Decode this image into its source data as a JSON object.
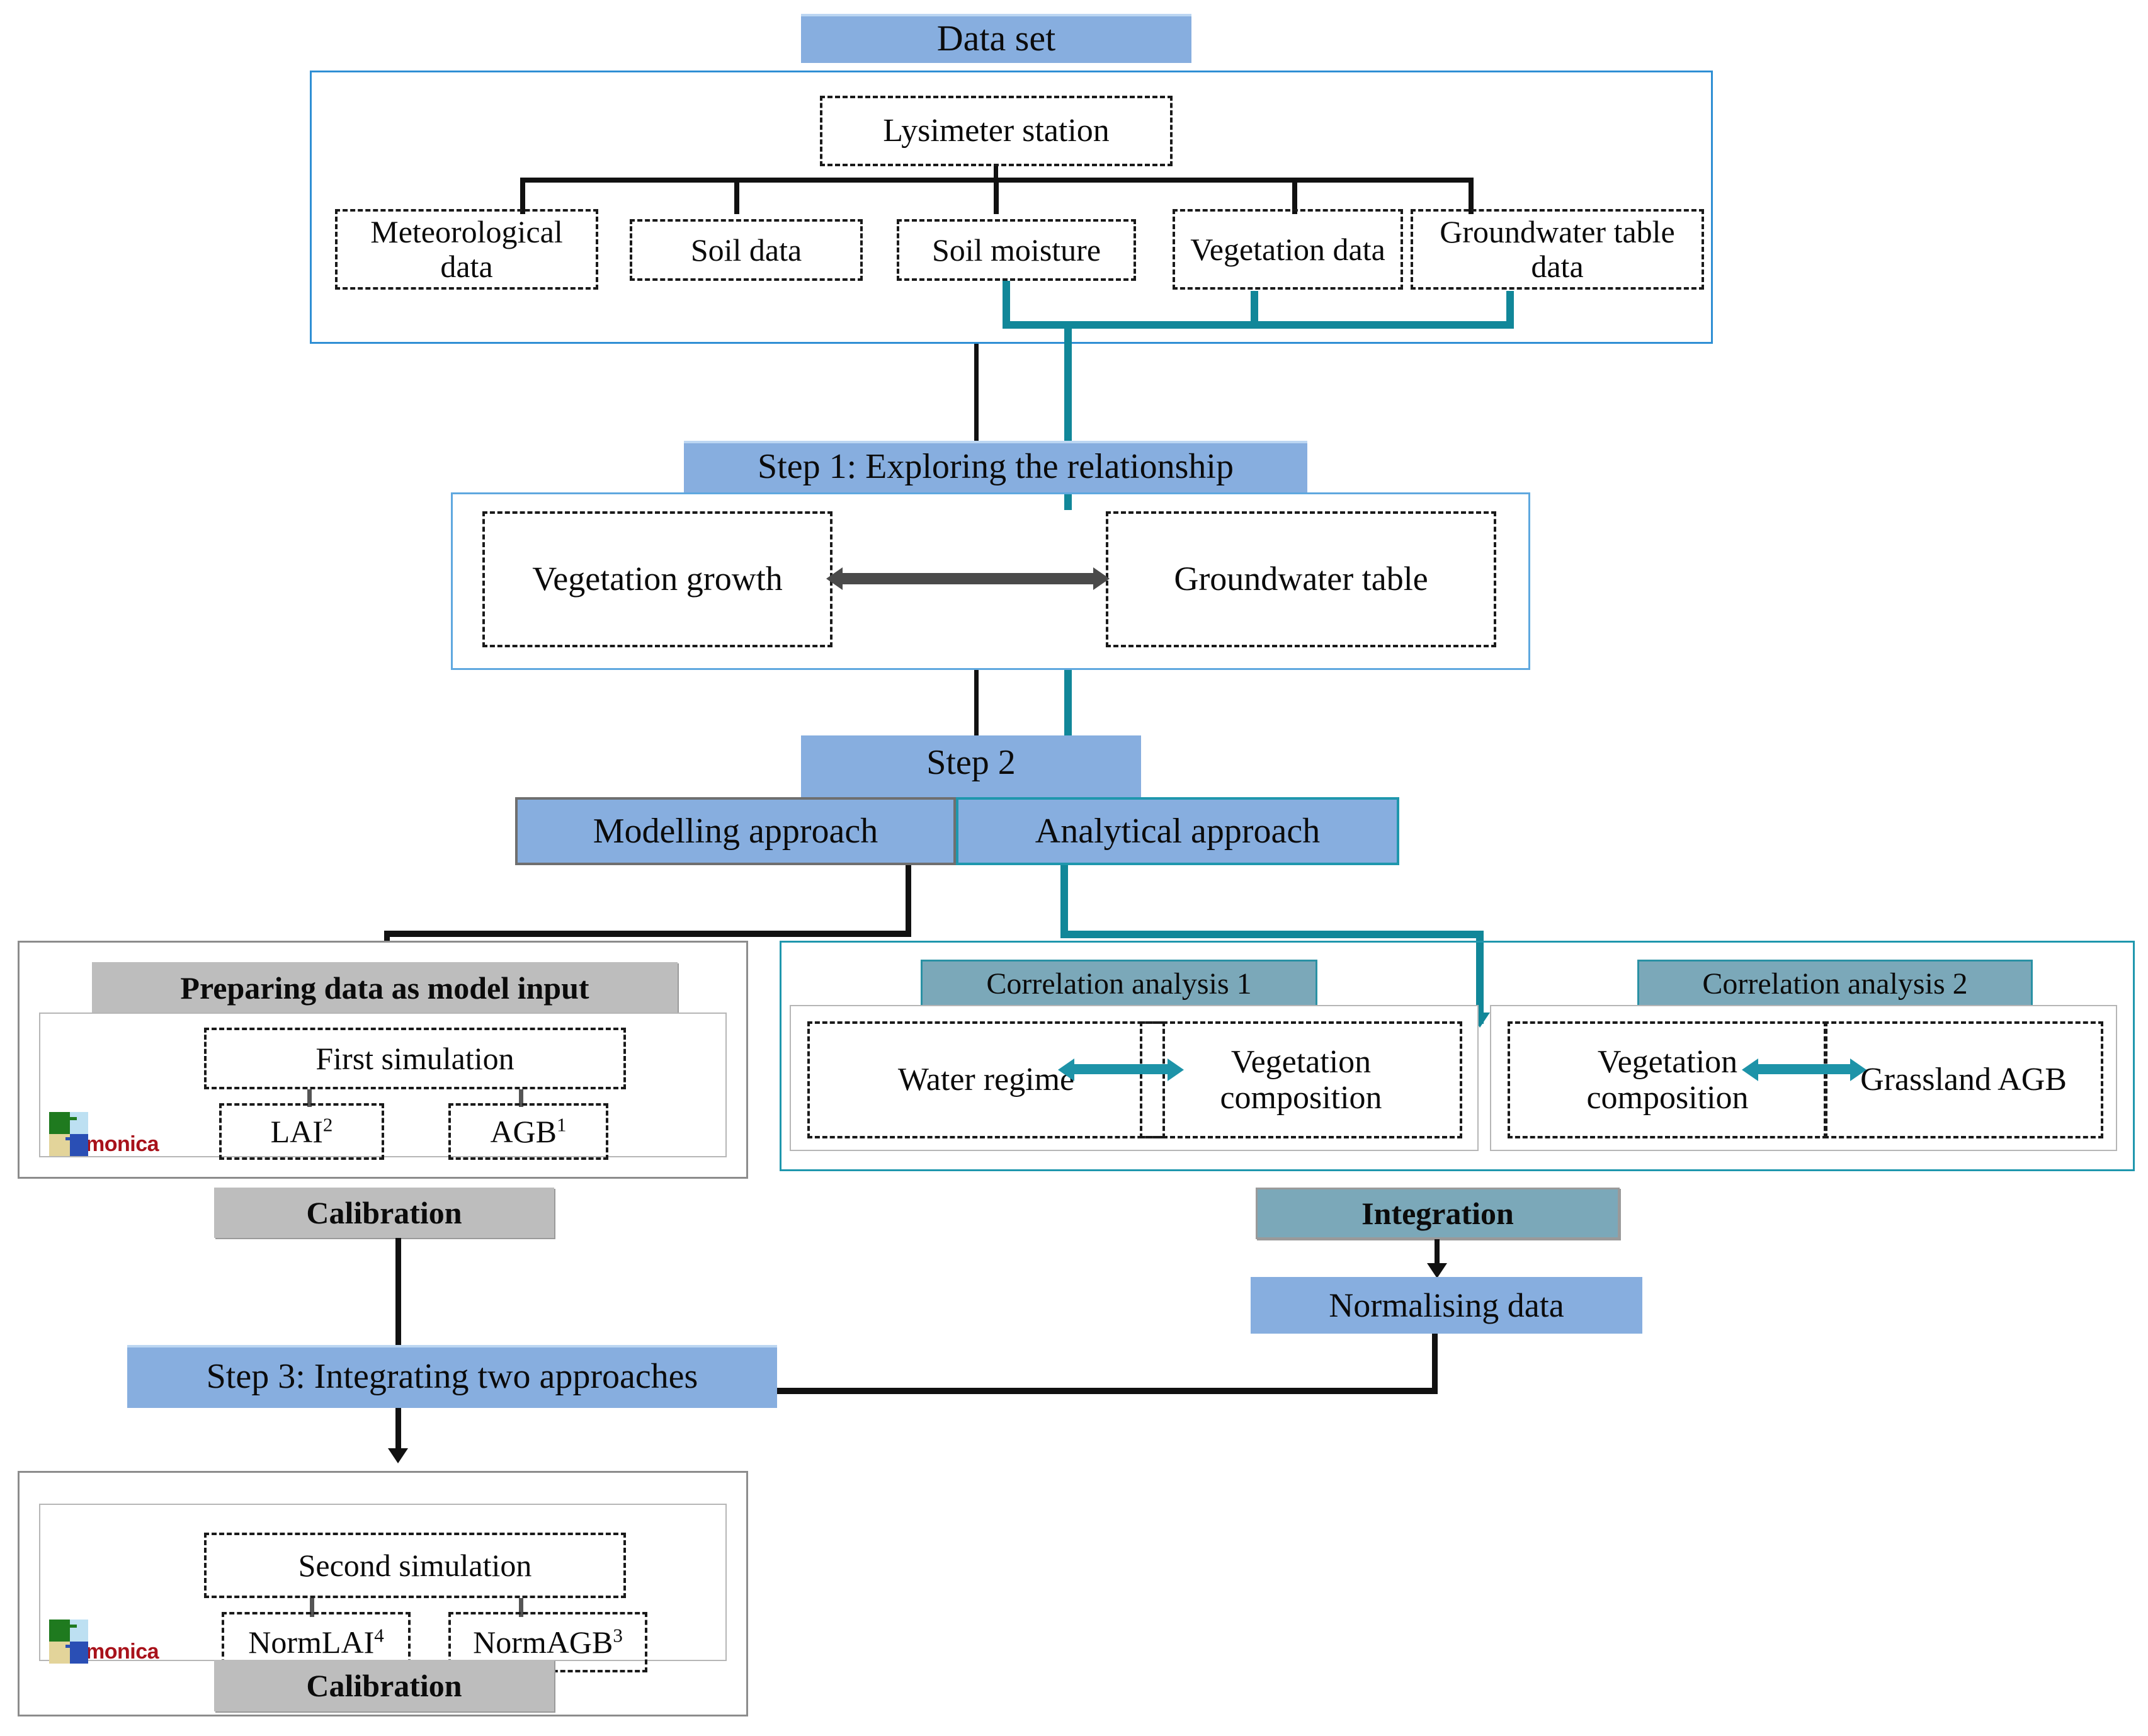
{
  "diagram": {
    "title": "Methodology flowchart"
  },
  "dataset": {
    "header": "Data set",
    "source": "Lysimeter station",
    "items": [
      {
        "label": "Meteorological data"
      },
      {
        "label": "Soil data"
      },
      {
        "label": "Soil moisture"
      },
      {
        "label": "Vegetation data"
      },
      {
        "label": "Groundwater table data"
      }
    ]
  },
  "step1": {
    "header": "Step 1: Exploring the relationship",
    "left": "Vegetation growth",
    "right": "Groundwater table"
  },
  "step2": {
    "header": "Step 2",
    "modelling_label": "Modelling approach",
    "analytical_label": "Analytical approach"
  },
  "modelling": {
    "prepare_header": "Preparing data as model input",
    "first_simulation": "First simulation",
    "lai": "LAI",
    "lai_sup": "2",
    "agb": "AGB",
    "agb_sup": "1",
    "calibration": "Calibration",
    "logo_word": "monica"
  },
  "analytical": {
    "correlation1": {
      "header": "Correlation analysis 1",
      "left": "Water regime",
      "right": "Vegetation composition"
    },
    "correlation2": {
      "header": "Correlation analysis 2",
      "left": "Vegetation composition",
      "right": "Grassland AGB"
    },
    "integration": "Integration",
    "normalising": "Normalising data"
  },
  "step3": {
    "header": "Step 3: Integrating two approaches",
    "second_simulation": "Second simulation",
    "normlai": "NormLAI",
    "normlai_sup": "4",
    "normagb": "NormAGB",
    "normagb_sup": "3",
    "calibration": "Calibration",
    "logo_word": "monica"
  },
  "colors": {
    "blue_fill": "#87AEDF",
    "teal_fill": "#7BA8B9",
    "grey_fill": "#BDBDBD",
    "blue_frame": "#2F8FD4",
    "teal_line": "#118799",
    "black_line": "#111111",
    "logo_red": "#A8121B"
  }
}
